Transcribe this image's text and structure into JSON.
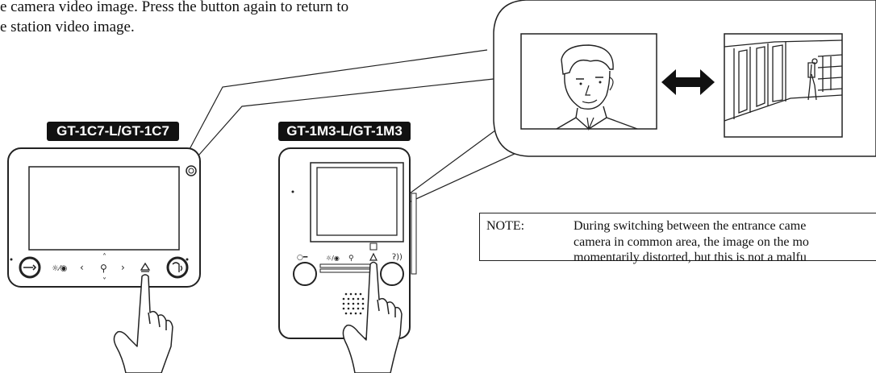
{
  "intro": {
    "line1": "e camera video image. Press the button again to return to",
    "line2": "e station video image."
  },
  "labels": {
    "left_model": "GT-1C7-L/GT-1C7",
    "right_model": "GT-1M3-L/GT-1M3"
  },
  "note": {
    "heading": "NOTE:",
    "line1": "During switching between the entrance came",
    "line2": "camera in common area, the image on the mo",
    "line3": "momentarily distorted, but this is not a malfu"
  },
  "icons": [
    "unlock-key-icon",
    "settings-icon",
    "chevron-left-icon",
    "zoom-icon",
    "chevron-right-icon",
    "chevron-down-icon",
    "camera-switch-icon",
    "talk-icon",
    "bidirectional-arrow-icon",
    "hand-pointer-icon"
  ]
}
